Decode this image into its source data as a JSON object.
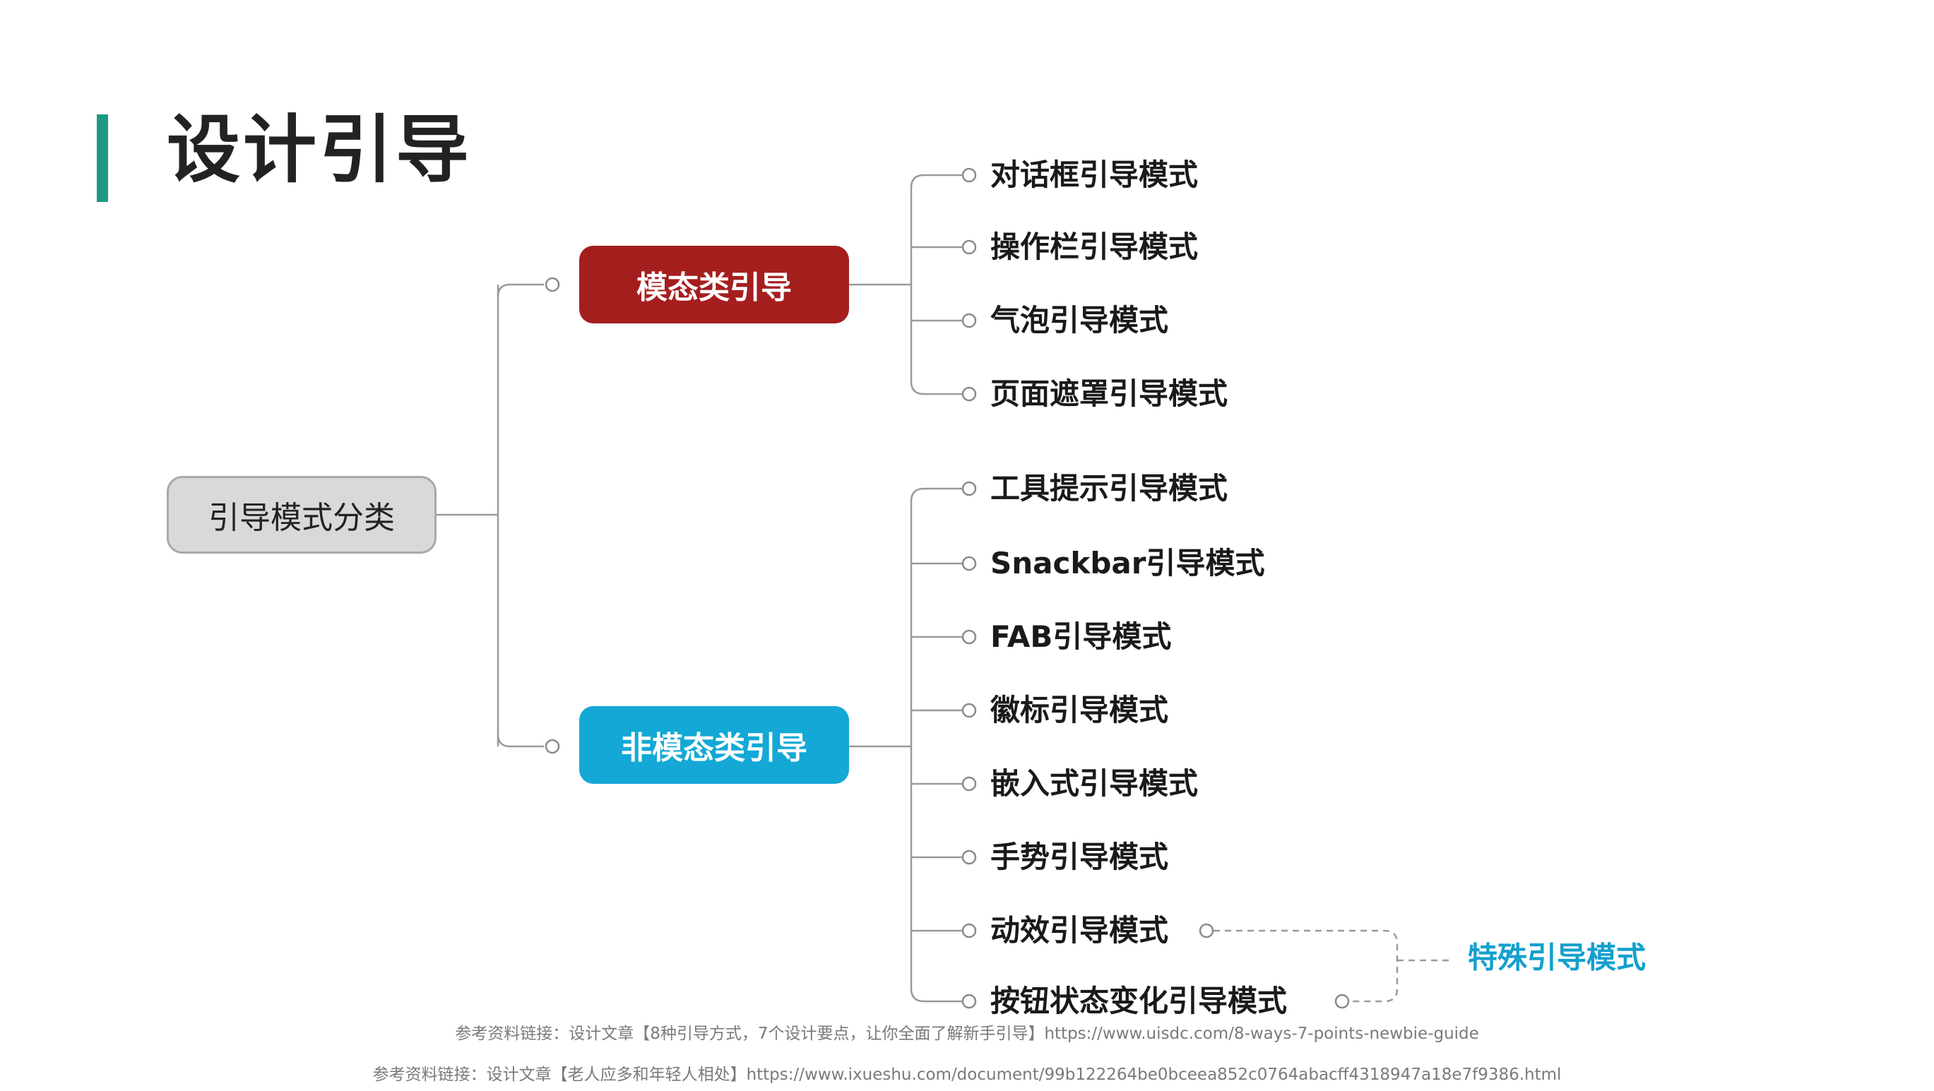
{
  "title": "设计引导",
  "root": "引导模式分类",
  "modal": {
    "label": "模态类引导",
    "items": [
      "对话框引导模式",
      "操作栏引导模式",
      "气泡引导模式",
      "页面遮罩引导模式"
    ]
  },
  "nonmodal": {
    "label": "非模态类引导",
    "items": [
      "工具提示引导模式",
      "Snackbar引导模式",
      "FAB引导模式",
      "徽标引导模式",
      "嵌入式引导模式",
      "手势引导模式",
      "动效引导模式",
      "按钮状态变化引导模式"
    ]
  },
  "special": "特殊引导模式",
  "references": [
    "参考资料链接：设计文章【8种引导方式，7个设计要点，让你全面了解新手引导】https://www.uisdc.com/8-ways-7-points-newbie-guide",
    "参考资料链接：设计文章【老人应多和年轻人相处】https://www.ixueshu.com/document/99b122264be0bceea852c0764abacff4318947a18e7f9386.html"
  ],
  "colors": {
    "accent": "#1c9a82",
    "modal": "#a51e1e",
    "nonmodal": "#13a8d6",
    "special": "#13a0cc"
  }
}
